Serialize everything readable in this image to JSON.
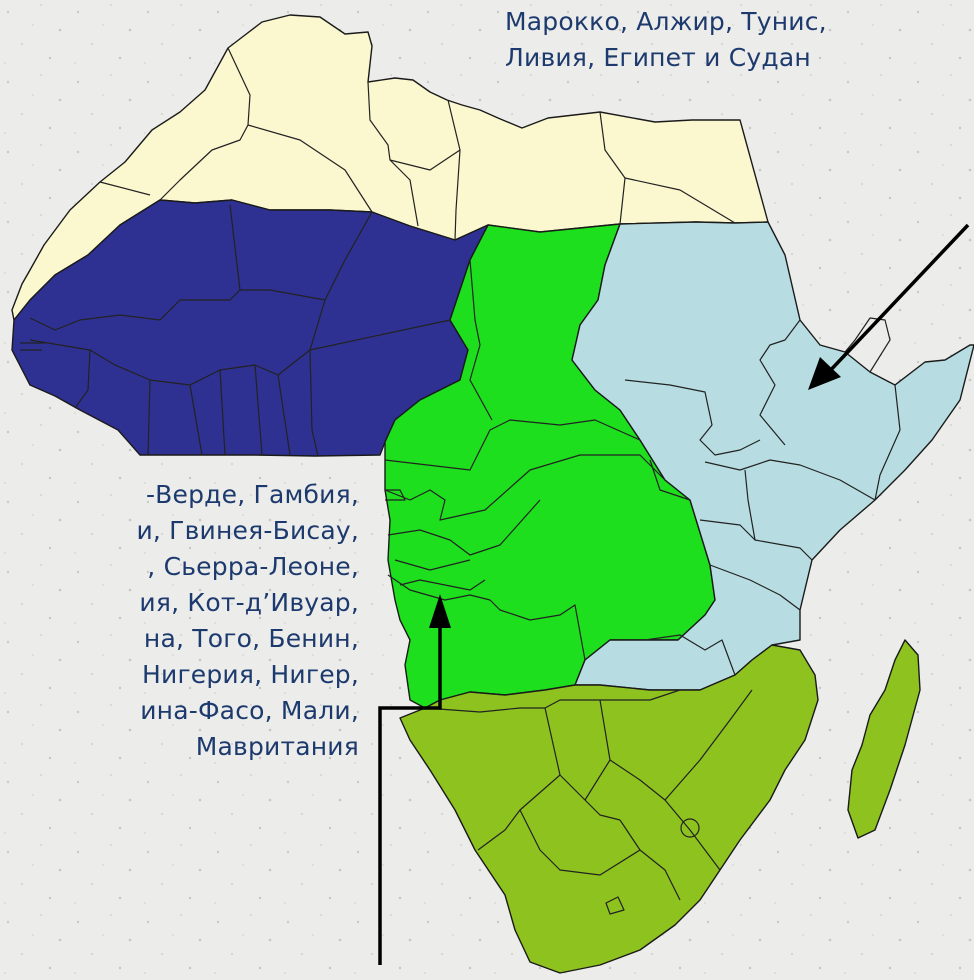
{
  "captions": {
    "north": [
      "Марокко, Алжир, Тунис,",
      "Ливия, Египет и Судан"
    ],
    "west": [
      "-Верде, Гамбия,",
      "и, Гвинея-Бисау,",
      ", Сьерра-Леоне,",
      "ия, Кот-д’Ивуар,",
      "на, Того, Бенин,",
      "Нигерия, Нигер,",
      "ина-Фасо, Мали,",
      "Мавритания"
    ]
  },
  "colors": {
    "background": "#ececea",
    "north_africa": "#fbf7cf",
    "west_africa": "#2e3192",
    "central_africa": "#1ddf1d",
    "east_africa": "#b7dde2",
    "southern_africa": "#8dc21f",
    "caption_text": "#1d3a6e"
  }
}
